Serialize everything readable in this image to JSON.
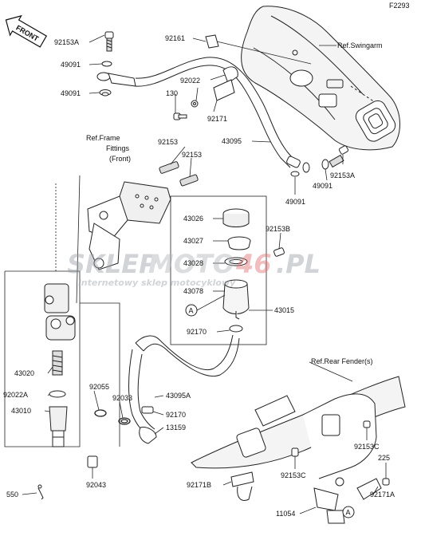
{
  "figure_code": "F2293",
  "front_label": "FRONT",
  "watermark": {
    "brand_a": "SKLEP",
    "brand_b": "MOTO",
    "brand_c": "46",
    "brand_d": ".PL",
    "tagline": "internetowy sklep motocyklowy"
  },
  "callout_a": "A",
  "labels": {
    "p92153A_top": "92153A",
    "p49091_1": "49091",
    "p49091_2": "49091",
    "p92161": "92161",
    "ref_swingarm": "Ref.Swingarm",
    "p92022": "92022",
    "p130": "130",
    "p92171": "92171",
    "ref_frame_1": "Ref.Frame",
    "ref_frame_2": "Fittings",
    "ref_frame_3": "(Front)",
    "p92153_a": "92153",
    "p92153_b": "92153",
    "p43095": "43095",
    "p92153A_r": "92153A",
    "p49091_r1": "49091",
    "p49091_r2": "49091",
    "p43026": "43026",
    "p43027": "43027",
    "p92153B": "92153B",
    "p43028": "43028",
    "p43078": "43078",
    "p43015": "43015",
    "p92170_a": "92170",
    "p43020": "43020",
    "p92022A": "92022A",
    "p43010": "43010",
    "p92055": "92055",
    "p92033": "92033",
    "p43095A": "43095A",
    "p92170_b": "92170",
    "p13159": "13159",
    "ref_rear_fender": "Ref.Rear Fender(s)",
    "p92153C_a": "92153C",
    "p225": "225",
    "p92153C_b": "92153C",
    "p92171B": "92171B",
    "p92171A": "92171A",
    "p11054": "11054",
    "p550": "550",
    "p92043": "92043"
  }
}
